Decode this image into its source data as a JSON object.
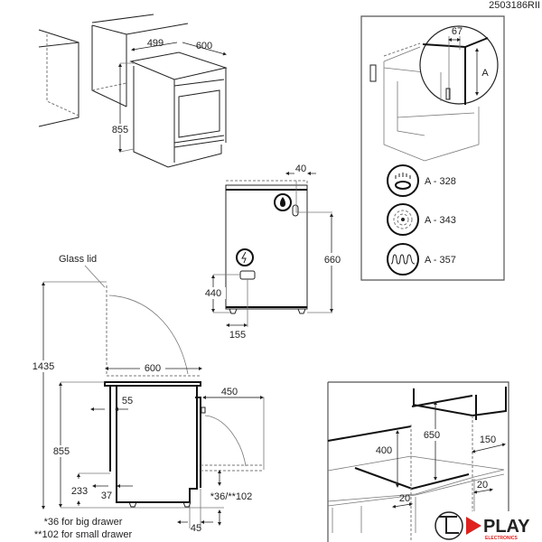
{
  "drawing_code": "2503186RII",
  "perspective_view": {
    "width_depth": "499",
    "width": "600",
    "height": "855"
  },
  "rear_view": {
    "gas_offset": "40",
    "gas_height": "660",
    "electric_height": "440",
    "electric_offset": "155",
    "icons": [
      "gas-flame-icon",
      "electric-bolt-icon"
    ]
  },
  "anti_tilt_panel": {
    "bracket_offset": "67",
    "height_label": "A",
    "types": [
      {
        "icon": "gas-burner-icon",
        "label": "A - 328"
      },
      {
        "icon": "fan-oven-icon",
        "label": "A - 343"
      },
      {
        "icon": "heating-coil-icon",
        "label": "A - 357"
      }
    ]
  },
  "side_view": {
    "glass_lid_label": "Glass lid",
    "total_height": "1435",
    "width": "600",
    "height": "855",
    "door_open": "450",
    "rear_gap": "55",
    "plinth_height": "233",
    "plinth_depth": "37",
    "drawer_label": "*36/**102",
    "foot_offset": "45",
    "notes": [
      "*36 for big drawer",
      "**102 for small drawer"
    ]
  },
  "clearance_view": {
    "side_clearance": "400",
    "hood_clearance": "650",
    "wall_clearance": "150",
    "gap_left": "20",
    "gap_right": "20"
  },
  "logo": {
    "text": "PLAY",
    "subtext": "ELECTRONICS",
    "accent": "#e0201c"
  }
}
